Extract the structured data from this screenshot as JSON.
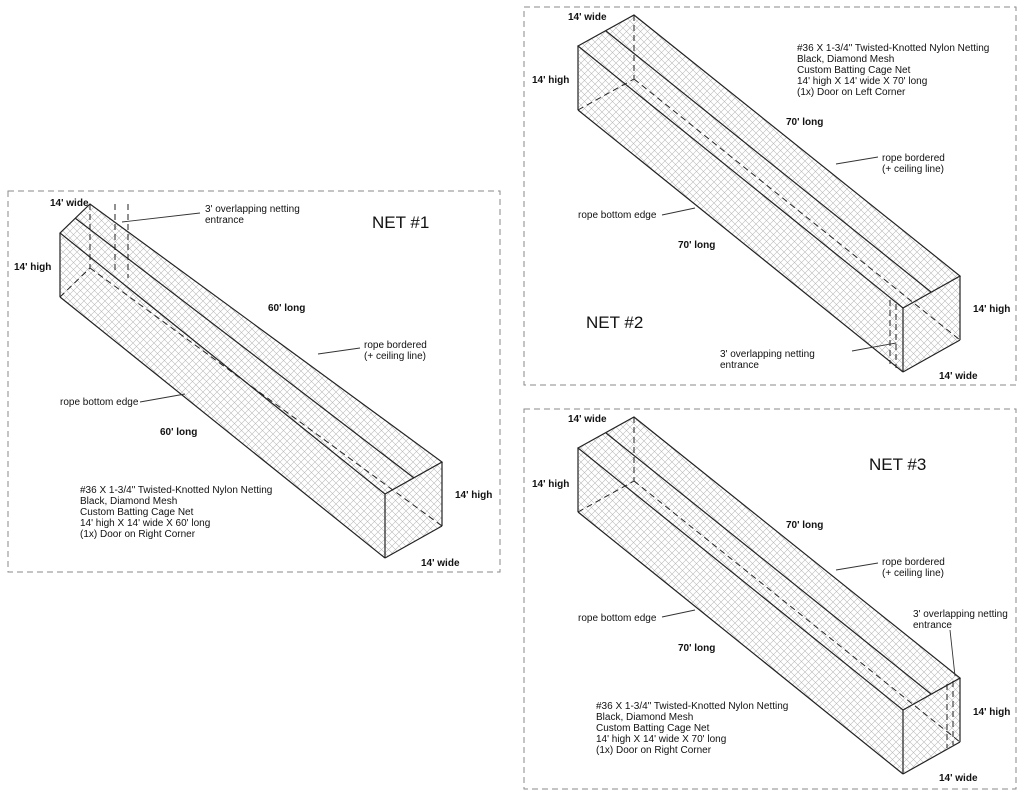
{
  "nets": [
    {
      "title": "NET #1",
      "dims": {
        "width_top": "14' wide",
        "height_left": "14' high",
        "length_top": "60' long",
        "length_bottom": "60' long",
        "height_right": "14' high",
        "width_bottom": "14' wide"
      },
      "labels": {
        "entrance": [
          "3' overlapping netting",
          "entrance"
        ],
        "rope_top": [
          "rope bordered",
          "(+ ceiling line)"
        ],
        "rope_bottom": "rope bottom edge"
      },
      "spec": [
        "#36 X 1-3/4\" Twisted-Knotted Nylon Netting",
        "Black, Diamond Mesh",
        "Custom Batting Cage Net",
        "14' high X 14' wide X 60' long",
        "(1x) Door on Right Corner"
      ]
    },
    {
      "title": "NET #2",
      "dims": {
        "width_top": "14' wide",
        "height_left": "14' high",
        "length_top": "70' long",
        "length_bottom": "70' long",
        "height_right": "14' high",
        "width_bottom": "14' wide"
      },
      "labels": {
        "entrance": [
          "3' overlapping netting",
          "entrance"
        ],
        "rope_top": [
          "rope bordered",
          "(+ ceiling line)"
        ],
        "rope_bottom": "rope bottom edge"
      },
      "spec": [
        "#36 X 1-3/4\" Twisted-Knotted Nylon Netting",
        "Black, Diamond Mesh",
        "Custom Batting Cage Net",
        "14' high X 14' wide X 70' long",
        "(1x) Door on Left Corner"
      ]
    },
    {
      "title": "NET #3",
      "dims": {
        "width_top": "14' wide",
        "height_left": "14' high",
        "length_top": "70' long",
        "length_bottom": "70' long",
        "height_right": "14' high",
        "width_bottom": "14' wide"
      },
      "labels": {
        "entrance": [
          "3' overlapping netting",
          "entrance"
        ],
        "rope_top": [
          "rope bordered",
          "(+ ceiling line)"
        ],
        "rope_bottom": "rope bottom edge"
      },
      "spec": [
        "#36 X 1-3/4\" Twisted-Knotted Nylon Netting",
        "Black, Diamond Mesh",
        "Custom Batting Cage Net",
        "14' high X 14' wide X 70' long",
        "(1x) Door on Right Corner"
      ]
    }
  ]
}
